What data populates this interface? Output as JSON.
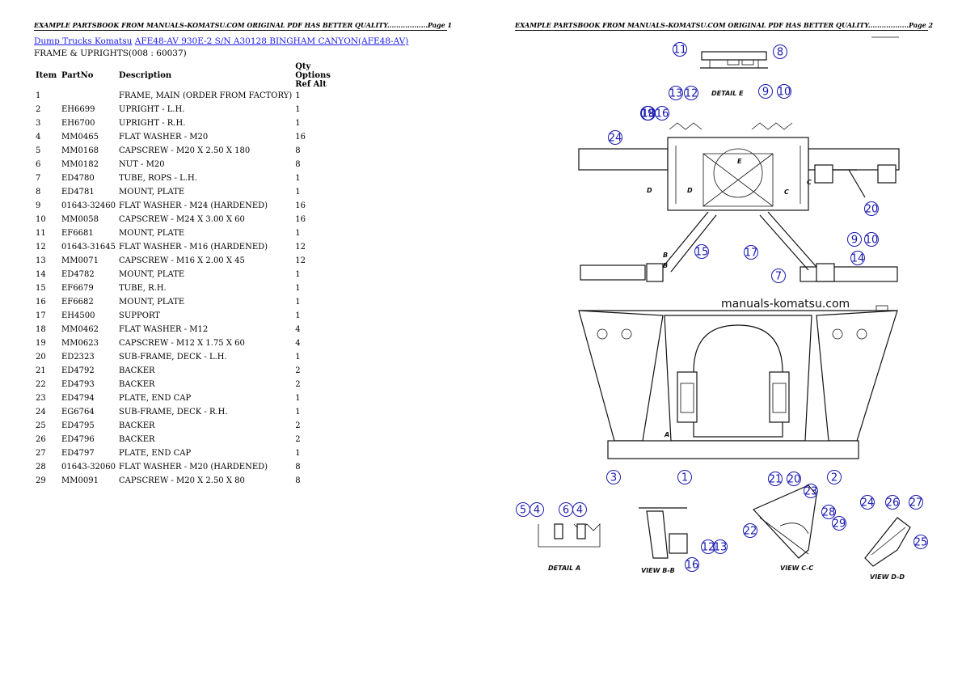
{
  "header": {
    "page1": "EXAMPLE PARTSBOOK FROM MANUALS-KOMATSU.COM ORIGINAL PDF HAS BETTER QUALITY..................Page 1",
    "page2": "EXAMPLE PARTSBOOK FROM MANUALS-KOMATSU.COM ORIGINAL PDF HAS BETTER QUALITY..................Page 2"
  },
  "breadcrumb": {
    "link1": "Dump Trucks Komatsu",
    "link2": "AFE48-AV 930E-2 S/N A30128 BINGHAM CANYON(AFE48-AV)"
  },
  "section_title": "FRAME & UPRIGHTS(008 : 60037)",
  "table": {
    "headers": [
      "Item",
      "PartNo",
      "Description",
      "Qty Options Ref Alt"
    ],
    "rows": [
      [
        "1",
        "",
        "FRAME, MAIN (ORDER FROM FACTORY)",
        "1"
      ],
      [
        "2",
        "EH6699",
        "UPRIGHT - L.H.",
        "1"
      ],
      [
        "3",
        "EH6700",
        "UPRIGHT - R.H.",
        "1"
      ],
      [
        "4",
        "MM0465",
        "FLAT WASHER - M20",
        "16"
      ],
      [
        "5",
        "MM0168",
        "CAPSCREW - M20 X 2.50 X 180",
        "8"
      ],
      [
        "6",
        "MM0182",
        "NUT - M20",
        "8"
      ],
      [
        "7",
        "ED4780",
        "TUBE, ROPS - L.H.",
        "1"
      ],
      [
        "8",
        "ED4781",
        "MOUNT, PLATE",
        "1"
      ],
      [
        "9",
        "01643-32460",
        "FLAT WASHER - M24 (HARDENED)",
        "16"
      ],
      [
        "10",
        "MM0058",
        "CAPSCREW - M24 X 3.00 X 60",
        "16"
      ],
      [
        "11",
        "EF6681",
        "MOUNT, PLATE",
        "1"
      ],
      [
        "12",
        "01643-31645",
        "FLAT WASHER - M16 (HARDENED)",
        "12"
      ],
      [
        "13",
        "MM0071",
        "CAPSCREW - M16 X 2.00 X 45",
        "12"
      ],
      [
        "14",
        "ED4782",
        "MOUNT, PLATE",
        "1"
      ],
      [
        "15",
        "EF6679",
        "TUBE, R.H.",
        "1"
      ],
      [
        "16",
        "EF6682",
        "MOUNT, PLATE",
        "1"
      ],
      [
        "17",
        "EH4500",
        "SUPPORT",
        "1"
      ],
      [
        "18",
        "MM0462",
        "FLAT WASHER - M12",
        "4"
      ],
      [
        "19",
        "MM0623",
        "CAPSCREW - M12 X 1.75 X 60",
        "4"
      ],
      [
        "20",
        "ED2323",
        "SUB-FRAME, DECK - L.H.",
        "1"
      ],
      [
        "21",
        "ED4792",
        "BACKER",
        "2"
      ],
      [
        "22",
        "ED4793",
        "BACKER",
        "2"
      ],
      [
        "23",
        "ED4794",
        "PLATE, END CAP",
        "1"
      ],
      [
        "24",
        "EG6764",
        "SUB-FRAME, DECK - R.H.",
        "1"
      ],
      [
        "25",
        "ED4795",
        "BACKER",
        "2"
      ],
      [
        "26",
        "ED4796",
        "BACKER",
        "2"
      ],
      [
        "27",
        "ED4797",
        "PLATE, END CAP",
        "1"
      ],
      [
        "28",
        "01643-32060",
        "FLAT WASHER - M20 (HARDENED)",
        "8"
      ],
      [
        "29",
        "MM0091",
        "CAPSCREW - M20 X 2.50 X 80",
        "8"
      ]
    ]
  },
  "diagram": {
    "watermark": "manuals-komatsu.com",
    "view_labels": [
      "DETAIL E",
      "DETAIL A",
      "VIEW B-B",
      "VIEW C-C",
      "VIEW D-D"
    ],
    "section_letters": [
      "A",
      "B",
      "C",
      "D",
      "E"
    ],
    "callouts": [
      "1",
      "2",
      "3",
      "4",
      "5",
      "6",
      "7",
      "8",
      "9",
      "10",
      "11",
      "12",
      "13",
      "14",
      "15",
      "16",
      "17",
      "18",
      "19",
      "20",
      "21",
      "22",
      "23",
      "24",
      "25",
      "26",
      "27",
      "28",
      "29"
    ],
    "ink_color": "#1a1ab0"
  }
}
